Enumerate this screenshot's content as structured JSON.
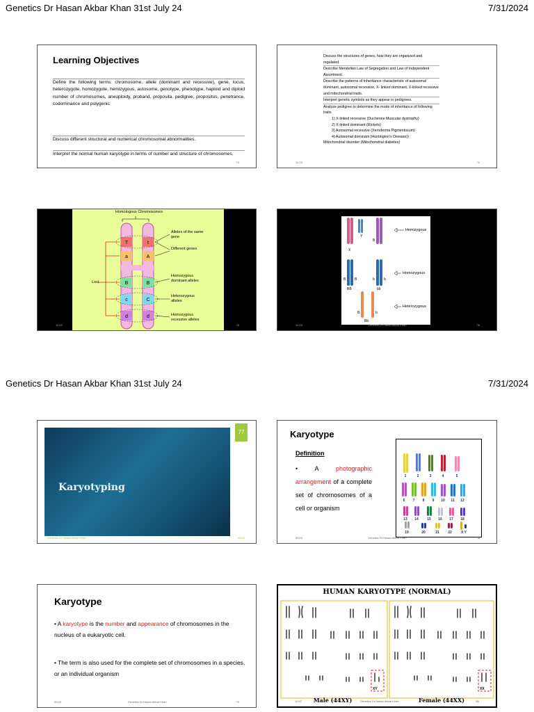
{
  "header_top": {
    "title": "Genetics Dr Hasan Akbar Khan 31st July 24",
    "date": "7/31/2024"
  },
  "header_bottom": {
    "title": "Genetics Dr Hasan Akbar Khan 31st July 24",
    "date": "7/31/2024"
  },
  "slide73": {
    "title": "Learning Objectives",
    "p1": "Define the following terms: chromosome, allele (dominant and recessive), gene, locus, heterozygote, homozygote, hemizygous, autosome, genotype, phenotype, haploid and diploid number of chromosomes, aneuploidy, proband, proposita, pedigree, propositus, penetrance, codominance and polygenic",
    "p2": "Discuss different structural and numerical chromosomal abnormalities.",
    "p3": "Interpret the normal human karyotype in terms of number and structure of chromosomes.",
    "num": "73"
  },
  "slide74": {
    "rows": [
      "Discuss the structures of genes, how they are organized and regulated.",
      "Describe Mendelian Law of Segregation and Law of Independent Assortment.",
      "Describe the patterns of inheritance characteristic of autosomal dominant, autosomal recessive, X- linked dominant, X-linked recessive and mitochondrial traits.",
      "Interpret genetic symbols as they appear in pedigrees.",
      "Analyze pedigree to determine the mode of inheritance of following traits"
    ],
    "sub": [
      "1) X-linked recessive (Duchenne Muscular dystrophy)",
      "2) X-linked dominant (Rickets)",
      "3) Autosomal recessive (Xeroderma Pigmentosum)",
      "4) Autosomal dominant (Huntington's Disease))"
    ],
    "last": "Mitochondrial disorder (Mitochondrial diabetes)",
    "time": "11:03",
    "num": "74"
  },
  "slide75": {
    "heading": "Homologous Chromosomes",
    "loci": "Loci",
    "labels": [
      "Alleles of the same gene",
      "Different genes",
      "Homozygous dominant alleles",
      "Heterozygous alleles",
      "Homozygous recessive alleles"
    ],
    "left_alleles": [
      "T",
      "a",
      "B",
      "c",
      "d"
    ],
    "right_alleles": [
      "t",
      "A",
      "B",
      "C",
      "d"
    ],
    "time": "11:03",
    "num": "75"
  },
  "slide76": {
    "hemizygous": "Hemizygous",
    "homozygous": "Homozygous",
    "heterozygous": "Heterozygous",
    "gen_labels": {
      "x": "X",
      "y": "Y",
      "b": "B",
      "B1": "B",
      "B2": "B",
      "bb1": "b",
      "bb2": "b",
      "BB": "BB",
      "bbL": "bb",
      "Bh": "B",
      "bh": "b",
      "Bb": "Bb"
    },
    "time": "11:03",
    "footer": "Genetics Dr Hasan Akbar Khan",
    "num": "76"
  },
  "slide77": {
    "title": "Karyotyping",
    "num": "77",
    "footer": "Genetics Dr Hasan Akbar Khan",
    "date": "06/03"
  },
  "slide78": {
    "title": "Karyotype",
    "def_heading": "Definition",
    "def_bullet": "• A",
    "def_red": "photographic arrangement",
    "def_rest": "of a complete set of chromosomes of a cell or organism",
    "numbers": [
      "1",
      "2",
      "3",
      "4",
      "5",
      "6",
      "7",
      "8",
      "9",
      "10",
      "11",
      "12",
      "13",
      "14",
      "15",
      "16",
      "17",
      "18",
      "19",
      "20",
      "21",
      "22",
      "X Y"
    ],
    "time": "09:03",
    "footer": "Genetics Dr Hasan Akbar Khan",
    "num": "78"
  },
  "slide79": {
    "title": "Karyotype",
    "b1_pre": "• A ",
    "b1_kw": "karyotype",
    "b1_mid": " is the ",
    "b1_num": "number",
    "b1_and": " and ",
    "b1_app": "appearance",
    "b1_post": " of chromosomes in the nucleus of a eukaryotic cell.",
    "b2": "• The term is also used for the complete set of chromosomes in a species, or an individual organism",
    "time": "09:03",
    "footer": "Genetics Dr Hasan Akbar Khan",
    "num": "79"
  },
  "slide80": {
    "title": "HUMAN KARYOTYPE (NORMAL)",
    "male": "Male (44XY)",
    "female": "Female (44XX)",
    "male_sex": "XY",
    "female_sex": "XX",
    "time": "11:02",
    "footer": "Genetics Dr Hasan Akbar Khan",
    "num": "80"
  },
  "colors": {
    "red": "#e02020",
    "green_bg": "#eaff9a",
    "accent": "#9fc93c"
  }
}
